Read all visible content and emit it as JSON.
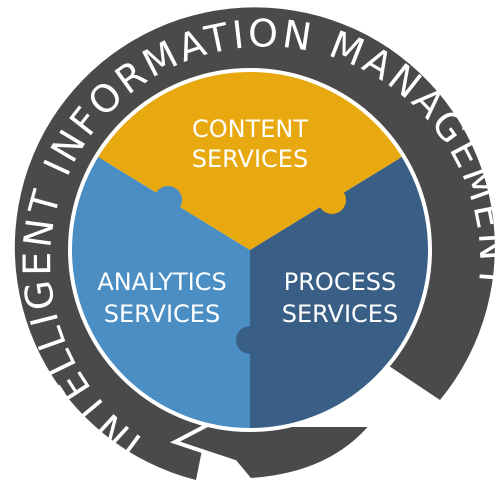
{
  "ring": {
    "label": "INTELLIGENT INFORMATION MANAGEMENT",
    "color": "#4a4a4a"
  },
  "segments": {
    "content": {
      "line1": "CONTENT",
      "line2": "SERVICES",
      "color": "#e8a810"
    },
    "analytics": {
      "line1": "ANALYTICS",
      "line2": "SERVICES",
      "color": "#4a8ec4"
    },
    "process": {
      "line1": "PROCESS",
      "line2": "SERVICES",
      "color": "#3a5f86"
    }
  }
}
